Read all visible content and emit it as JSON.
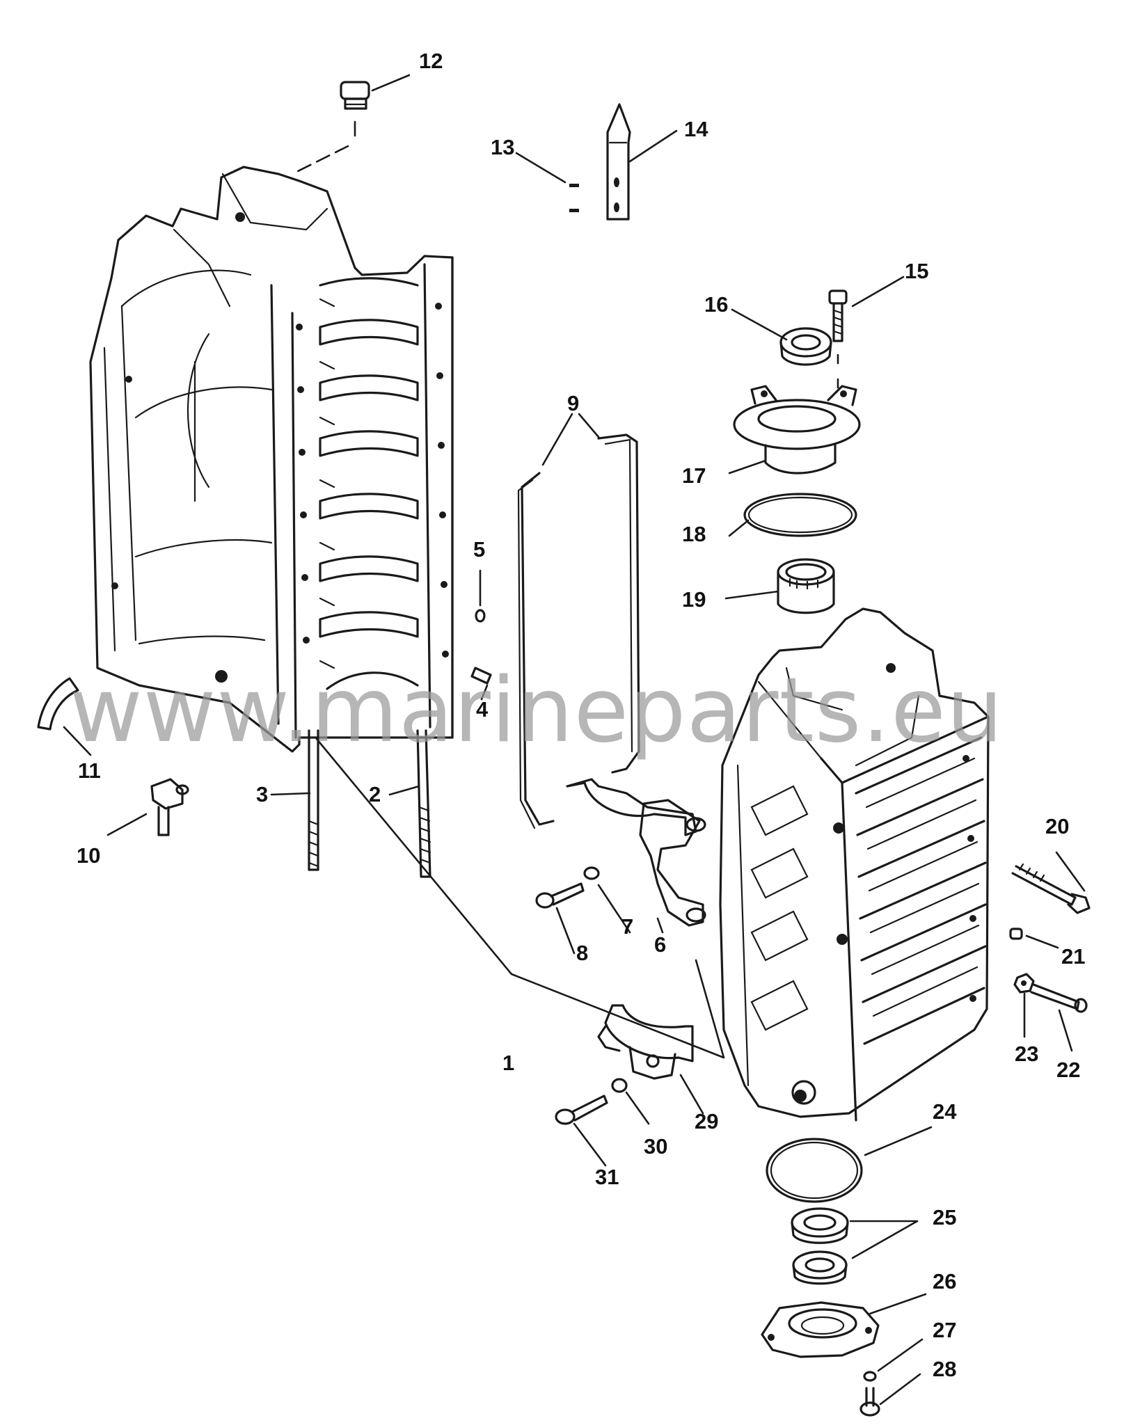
{
  "watermark": "www.marineparts.eu",
  "callouts": {
    "c1": "1",
    "c2": "2",
    "c3": "3",
    "c4": "4",
    "c5": "5",
    "c6": "6",
    "c7": "7",
    "c8": "8",
    "c9": "9",
    "c10": "10",
    "c11": "11",
    "c12": "12",
    "c13": "13",
    "c14": "14",
    "c15": "15",
    "c16": "16",
    "c17": "17",
    "c18": "18",
    "c19": "19",
    "c20": "20",
    "c21": "21",
    "c22": "22",
    "c23": "23",
    "c24": "24",
    "c25": "25",
    "c26": "26",
    "c27": "27",
    "c28": "28",
    "c29": "29",
    "c30": "30",
    "c31": "31"
  }
}
